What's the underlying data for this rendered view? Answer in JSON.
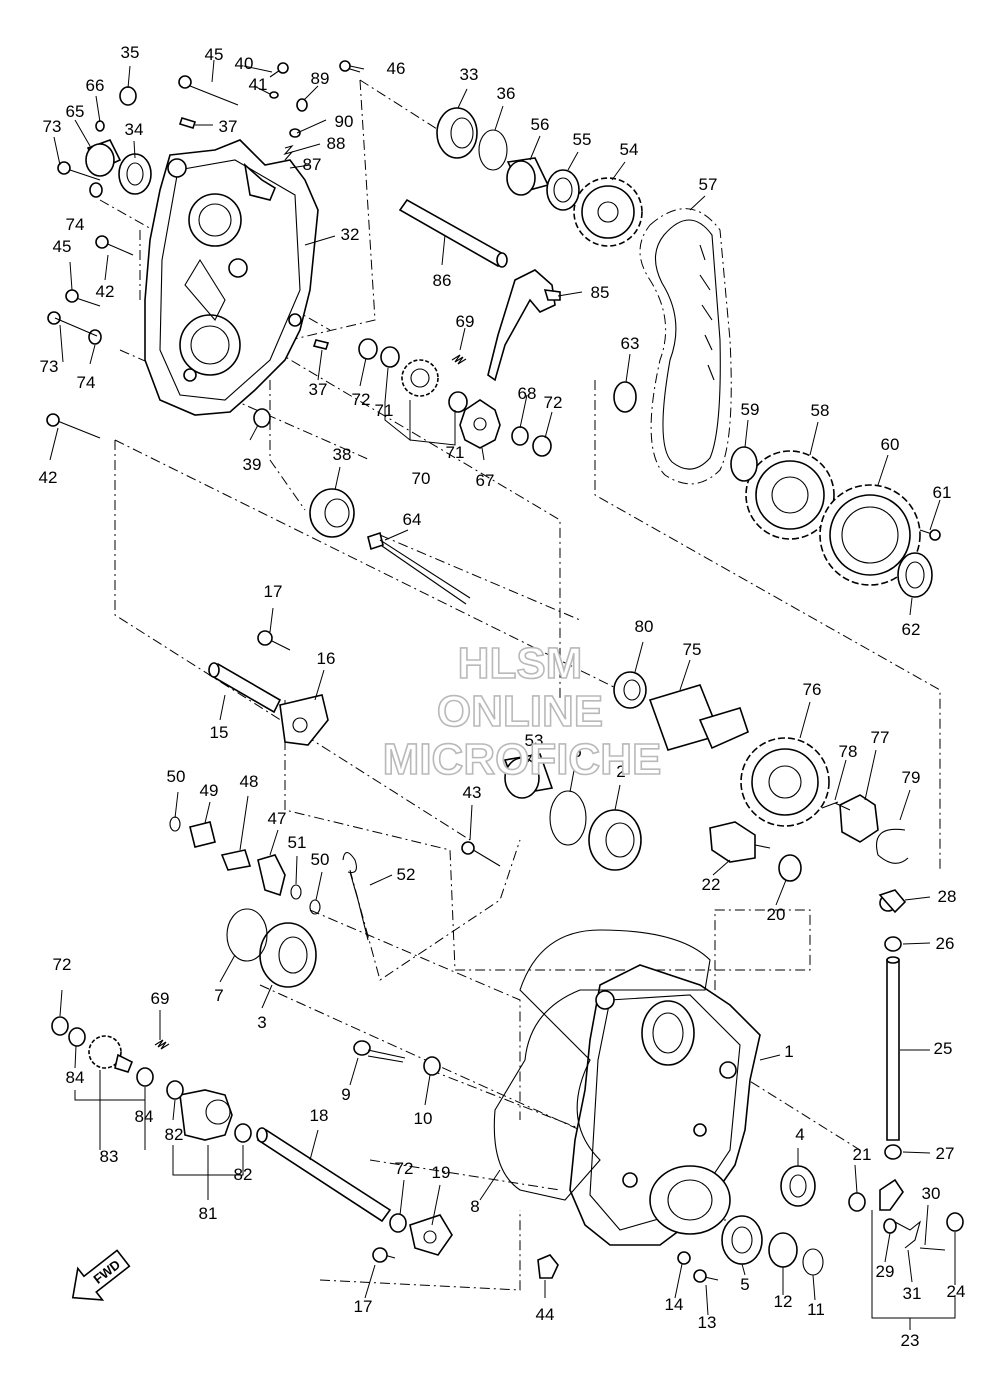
{
  "watermark": {
    "line1": "HLSM",
    "line2": "ONLINE",
    "line3": "MICROFICHE"
  },
  "direction_label": "FWD",
  "part_labels": [
    "1",
    "2",
    "3",
    "4",
    "5",
    "6",
    "7",
    "8",
    "9",
    "10",
    "11",
    "12",
    "13",
    "14",
    "15",
    "16",
    "17",
    "18",
    "19",
    "20",
    "21",
    "22",
    "23",
    "24",
    "25",
    "26",
    "27",
    "28",
    "29",
    "30",
    "31",
    "32",
    "33",
    "34",
    "35",
    "36",
    "37",
    "38",
    "39",
    "40",
    "41",
    "42",
    "43",
    "44",
    "45",
    "46",
    "47",
    "48",
    "49",
    "50",
    "51",
    "52",
    "53",
    "54",
    "55",
    "56",
    "57",
    "58",
    "59",
    "60",
    "61",
    "62",
    "63",
    "64",
    "65",
    "66",
    "67",
    "68",
    "69",
    "70",
    "71",
    "72",
    "73",
    "74",
    "75",
    "76",
    "77",
    "78",
    "79",
    "80",
    "81",
    "82",
    "83",
    "84",
    "85",
    "86",
    "87",
    "88",
    "89",
    "90"
  ]
}
